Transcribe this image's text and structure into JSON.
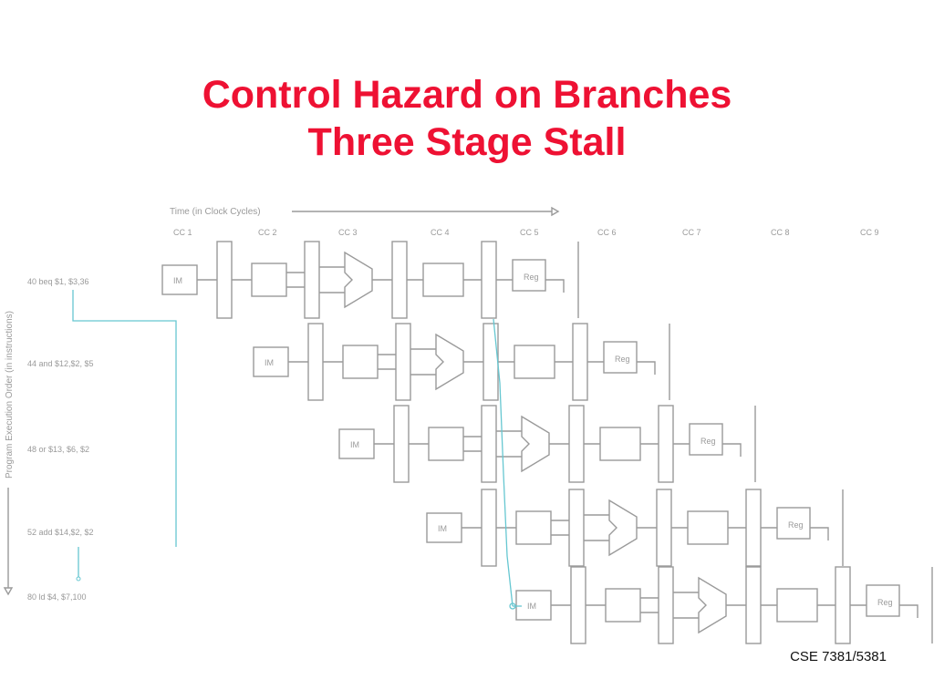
{
  "slide": {
    "title_line1": "Control Hazard on Branches",
    "title_line2": "Three Stage Stall",
    "footer": "CSE 7381/5381"
  },
  "diagram": {
    "time_axis_label": "Time (in Clock Cycles)",
    "order_axis_label": "Program Execution Order (in instructions)",
    "clock_cycles": [
      "CC 1",
      "CC 2",
      "CC 3",
      "CC 4",
      "CC 5",
      "CC 6",
      "CC 7",
      "CC 8",
      "CC 9"
    ],
    "instructions": [
      {
        "label": "40 beq  $1, $3,36"
      },
      {
        "label": "44 and  $12,$2, $5"
      },
      {
        "label": "48 or  $13, $6, $2"
      },
      {
        "label": "52 add  $14,$2, $2"
      },
      {
        "label": "80 ld  $4, $7,100"
      }
    ],
    "stage_labels": {
      "fetch": "IM",
      "writeback": "Reg"
    },
    "colors": {
      "title": "#ee1133",
      "stage_lines": "#9a9a9a",
      "forward_path": "#66c7d1"
    }
  }
}
